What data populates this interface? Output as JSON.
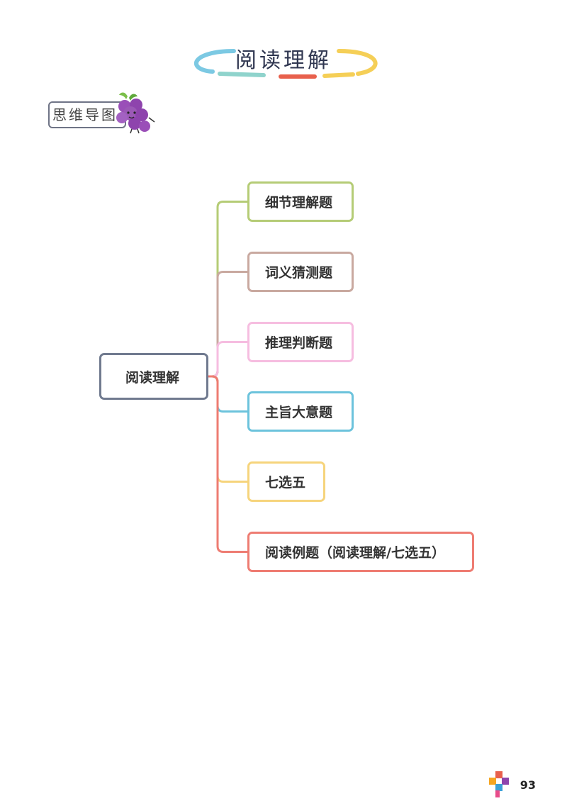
{
  "header": {
    "title": "阅读理解",
    "colors": {
      "left_arc": "#7cc9e3",
      "bottom_teal": "#8fd3cc",
      "bottom_red": "#e8604c",
      "right_arc": "#f5cf57"
    }
  },
  "section_label": {
    "text": "思维导图",
    "icon": "grape-icon"
  },
  "mindmap": {
    "root": {
      "label": "阅读理解",
      "border_color": "#707a8f"
    },
    "branches": [
      {
        "label": "细节理解题",
        "color": "#b5cc76"
      },
      {
        "label": "词义猜测题",
        "color": "#c9a9a0"
      },
      {
        "label": "推理判断题",
        "color": "#f6bde0"
      },
      {
        "label": "主旨大意题",
        "color": "#6cc3dc"
      },
      {
        "label": "七选五",
        "color": "#f6d47c"
      },
      {
        "label": "阅读例题（阅读理解/七选五）",
        "color": "#ee7c72"
      }
    ]
  },
  "footer": {
    "page_number": "93",
    "logo": "pinwheel-logo-icon"
  }
}
